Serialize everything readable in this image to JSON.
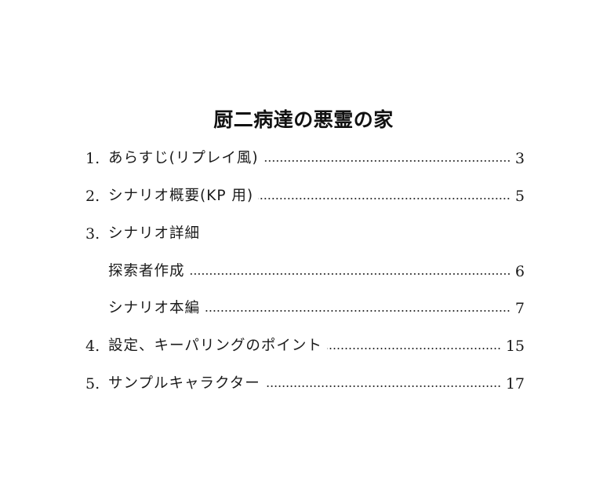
{
  "document": {
    "title": "厨二病達の悪霊の家"
  },
  "toc": {
    "entries": [
      {
        "number": "1.",
        "label": "あらすじ(リプレイ風)",
        "page": "3"
      },
      {
        "number": "2.",
        "label": "シナリオ概要(KP 用)",
        "page": "5"
      },
      {
        "number": "3.",
        "label": "シナリオ詳細",
        "page": ""
      },
      {
        "number": "",
        "label": "探索者作成",
        "page": "6"
      },
      {
        "number": "",
        "label": "シナリオ本編",
        "page": "7"
      },
      {
        "number": "4.",
        "label": "設定、キーパリングのポイント",
        "page": "15"
      },
      {
        "number": "5.",
        "label": "サンプルキャラクター",
        "page": "17"
      }
    ]
  }
}
